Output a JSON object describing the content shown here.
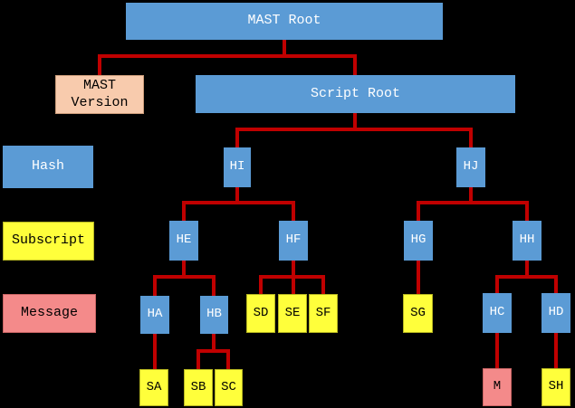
{
  "colors": {
    "background": "#000000",
    "hash_blue": "#5b9bd5",
    "subscript_yellow": "#ffff3b",
    "message_salmon": "#f48a8a",
    "version_peach": "#f8cbad",
    "connector_red": "#c00000",
    "text_on_blue": "#ffffff",
    "text_on_light": "#000000"
  },
  "roots": {
    "mast_root": "MAST Root",
    "mast_version": "MAST Version",
    "script_root": "Script Root"
  },
  "legend": {
    "hash": "Hash",
    "subscript": "Subscript",
    "message": "Message"
  },
  "nodes": {
    "hi": "HI",
    "hj": "HJ",
    "he": "HE",
    "hf": "HF",
    "hg": "HG",
    "hh": "HH",
    "ha": "HA",
    "hb": "HB",
    "hc": "HC",
    "hd": "HD",
    "sd": "SD",
    "se": "SE",
    "sf": "SF",
    "sg": "SG",
    "sa": "SA",
    "sb": "SB",
    "sc": "SC",
    "m": "M",
    "sh": "SH"
  },
  "hierarchy": [
    {
      "parent": "MAST Root",
      "children": [
        "MAST Version",
        "Script Root"
      ]
    },
    {
      "parent": "Script Root",
      "children": [
        "HI",
        "HJ"
      ]
    },
    {
      "parent": "HI",
      "children": [
        "HE",
        "HF"
      ]
    },
    {
      "parent": "HJ",
      "children": [
        "HG",
        "HH"
      ]
    },
    {
      "parent": "HE",
      "children": [
        "HA",
        "HB"
      ]
    },
    {
      "parent": "HF",
      "children": [
        "SD",
        "SE",
        "SF"
      ]
    },
    {
      "parent": "HG",
      "children": [
        "SG"
      ]
    },
    {
      "parent": "HH",
      "children": [
        "HC",
        "HD"
      ]
    },
    {
      "parent": "HA",
      "children": [
        "SA"
      ]
    },
    {
      "parent": "HB",
      "children": [
        "SB",
        "SC"
      ]
    },
    {
      "parent": "HC",
      "children": [
        "M"
      ]
    },
    {
      "parent": "HD",
      "children": [
        "SH"
      ]
    }
  ]
}
